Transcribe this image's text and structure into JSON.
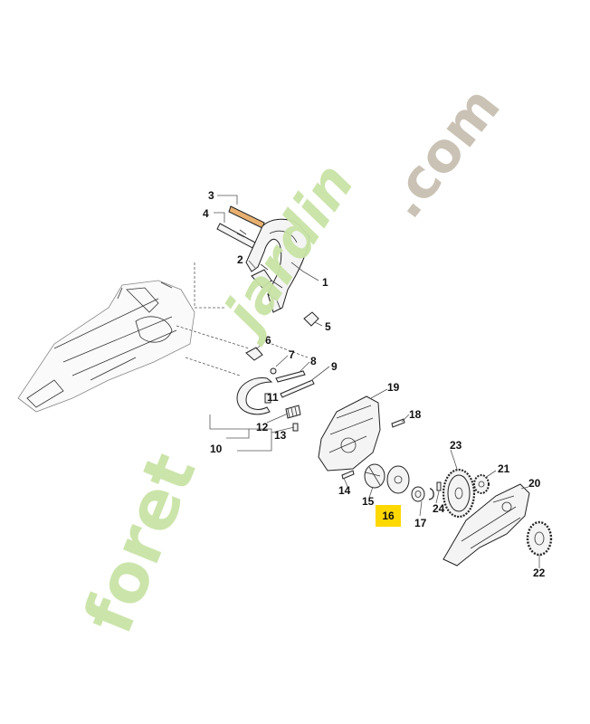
{
  "diagram": {
    "callouts": [
      {
        "id": "1",
        "label": "1"
      },
      {
        "id": "2",
        "label": "2"
      },
      {
        "id": "3",
        "label": "3"
      },
      {
        "id": "4",
        "label": "4"
      },
      {
        "id": "5",
        "label": "5"
      },
      {
        "id": "6",
        "label": "6"
      },
      {
        "id": "7",
        "label": "7"
      },
      {
        "id": "8",
        "label": "8"
      },
      {
        "id": "9",
        "label": "9"
      },
      {
        "id": "10",
        "label": "10"
      },
      {
        "id": "11",
        "label": "11"
      },
      {
        "id": "12",
        "label": "12"
      },
      {
        "id": "13",
        "label": "13"
      },
      {
        "id": "14",
        "label": "14"
      },
      {
        "id": "15",
        "label": "15"
      },
      {
        "id": "17",
        "label": "17"
      },
      {
        "id": "18",
        "label": "18"
      },
      {
        "id": "19",
        "label": "19"
      },
      {
        "id": "20",
        "label": "20"
      },
      {
        "id": "21",
        "label": "21"
      },
      {
        "id": "22",
        "label": "22"
      },
      {
        "id": "23",
        "label": "23"
      },
      {
        "id": "24",
        "label": "24"
      }
    ],
    "highlighted_part": {
      "label": "16",
      "color": "#ffd800"
    }
  },
  "watermark": {
    "text_green": "foret",
    "text_green2": "jardin",
    "text_gray": ".com",
    "color_green": "#c9e3a6",
    "color_gray": "#c8bfb1"
  }
}
